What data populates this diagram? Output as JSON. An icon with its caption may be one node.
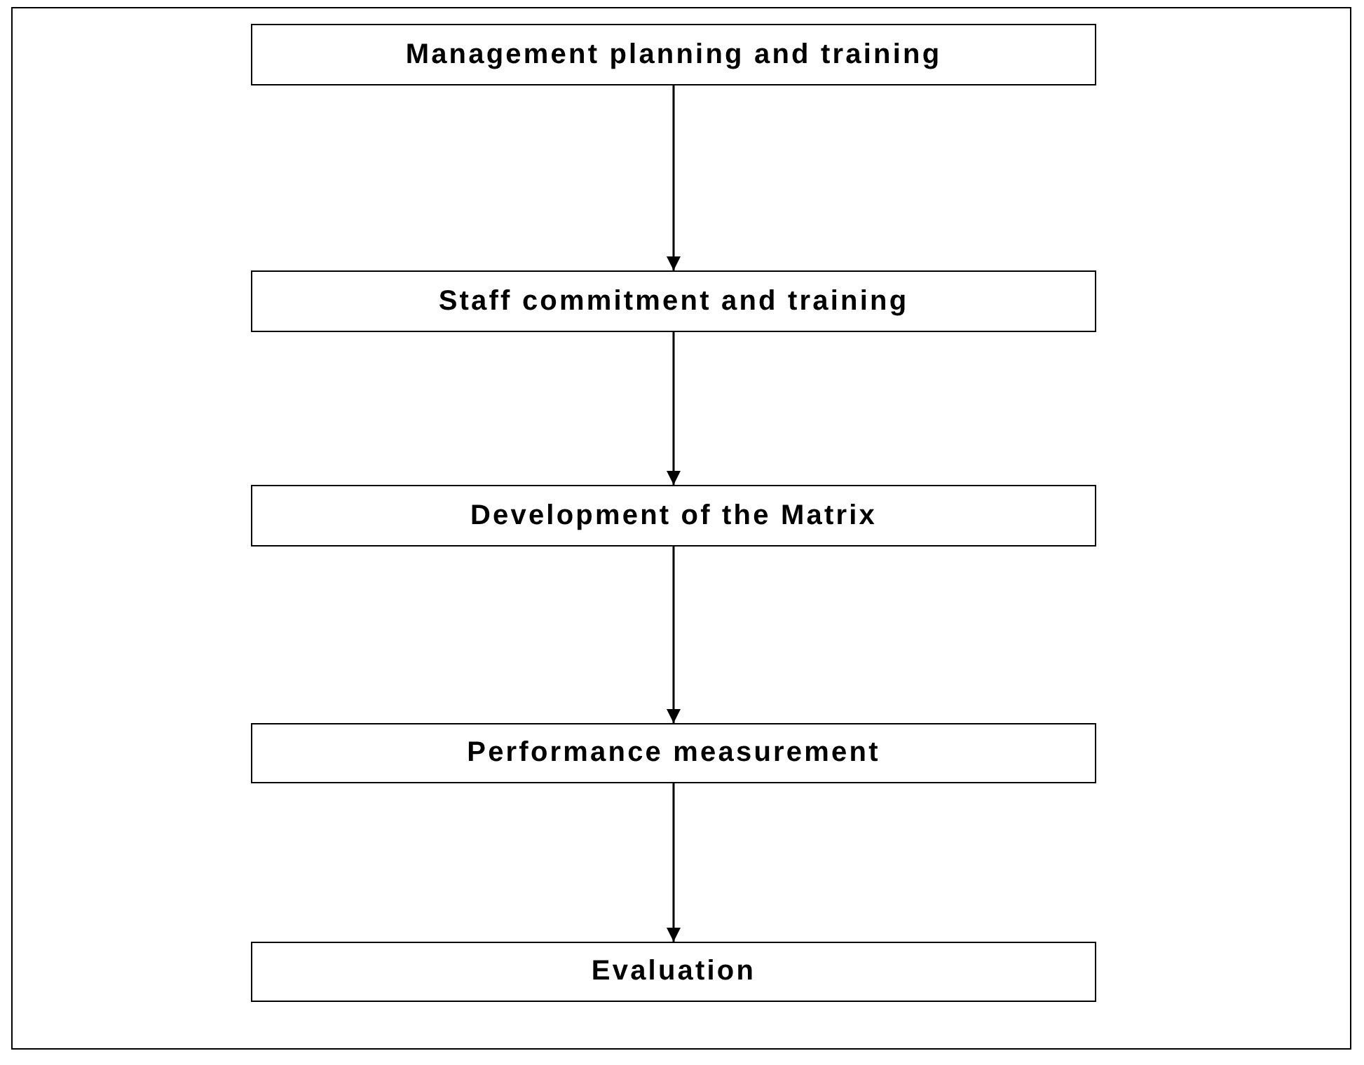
{
  "diagram": {
    "nodes": [
      {
        "text": [
          "Management planning and training"
        ]
      },
      {
        "text": [
          "Staff commitment and training"
        ]
      },
      {
        "text": [
          "Development of the Matrix"
        ]
      },
      {
        "text": [
          "Performance measurement"
        ]
      },
      {
        "text": [
          "Evaluation"
        ]
      }
    ],
    "edges": [
      {
        "from": 0,
        "to": 1,
        "arrow": "to"
      },
      {
        "from": 1,
        "to": 2,
        "arrow": "to"
      },
      {
        "from": 2,
        "to": 3,
        "arrow": "to"
      },
      {
        "from": 3,
        "to": 4,
        "arrow": "to"
      }
    ]
  }
}
